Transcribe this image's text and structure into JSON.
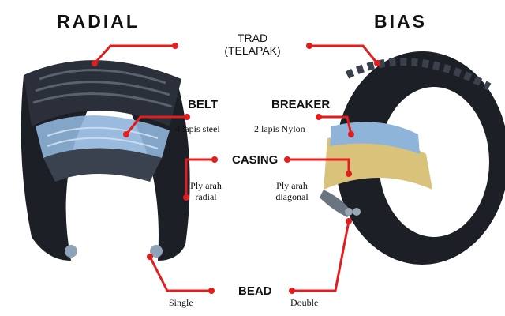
{
  "headings": {
    "left": "RADIAL",
    "right": "BIAS"
  },
  "parts": {
    "trad": {
      "line1": "TRAD",
      "line2": "(TELAPAK)"
    },
    "belt": "BELT",
    "breaker": "BREAKER",
    "casing": "CASING",
    "bead": "BEAD"
  },
  "details": {
    "belt": "4 lapis steel",
    "breaker": "2 lapis Nylon",
    "ply_radial_1": "Ply arah",
    "ply_radial_2": "radial",
    "ply_bias_1": "Ply arah",
    "ply_bias_2": "diagonal",
    "bead_radial": "Single",
    "bead_bias": "Double"
  },
  "colors": {
    "leader": "#e11d1d",
    "tire_rubber": "#1c1f26",
    "belt_blue": "#8fb4d9",
    "casing_tan": "#d9c27a"
  }
}
